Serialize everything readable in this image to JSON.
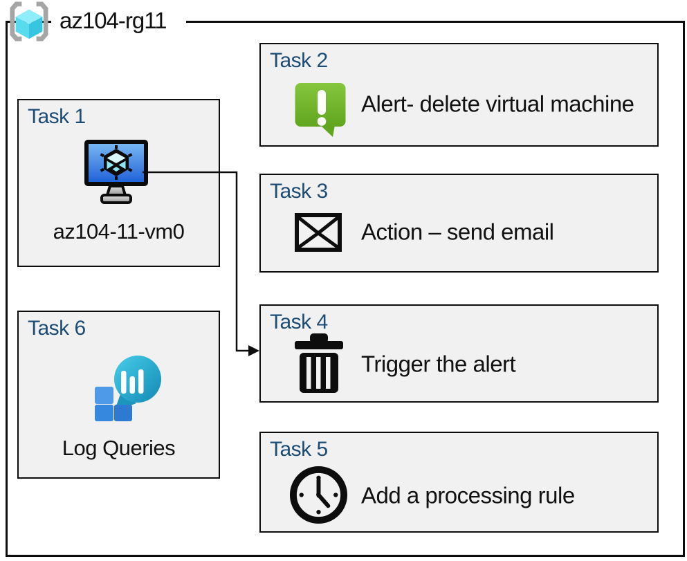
{
  "header": {
    "icon": "resource-group-icon",
    "label": "az104-rg11"
  },
  "tasks": [
    {
      "label": "Task 1",
      "caption": "az104-11-vm0",
      "icon": "virtual-machine-icon"
    },
    {
      "label": "Task 2",
      "caption": "Alert- delete virtual machine",
      "icon": "alert-icon"
    },
    {
      "label": "Task 3",
      "caption": "Action – send email",
      "icon": "email-icon"
    },
    {
      "label": "Task 4",
      "caption": "Trigger the alert",
      "icon": "trash-icon"
    },
    {
      "label": "Task 5",
      "caption": "Add a processing rule",
      "icon": "clock-icon"
    },
    {
      "label": "Task 6",
      "caption": "Log Queries",
      "icon": "log-queries-icon"
    }
  ],
  "connector": {
    "from": "Task 1",
    "to": "Task 4"
  },
  "colors": {
    "task_label": "#1c4b74",
    "box_fill": "#f1f1f1",
    "border": "#0d0d0d",
    "alert_green": "#76b82d",
    "vm_screen_blue": "#1c5ed6",
    "log_teal": "#29aed1",
    "log_square_blue": "#3687de",
    "rg_cube_cyan": "#58dbee",
    "bracket_gray": "#a5a5a5"
  }
}
